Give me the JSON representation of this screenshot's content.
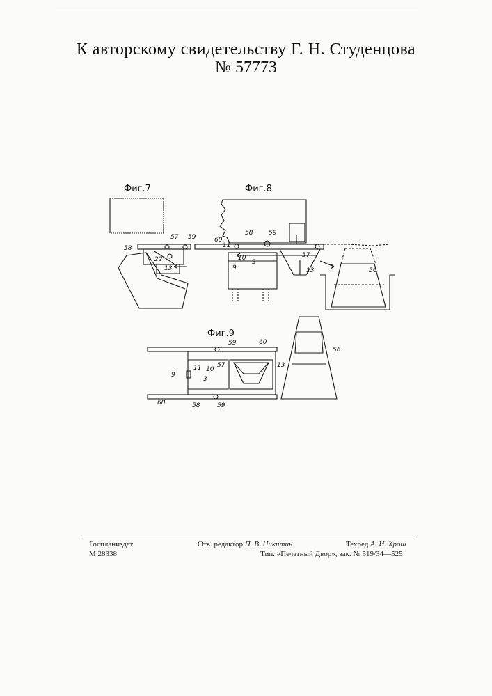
{
  "header": {
    "title": "К авторскому свидетельству Г. Н. Студенцова",
    "patent_number": "№ 57773"
  },
  "figures": {
    "fig7": {
      "label": "Фиг.7",
      "parts": [
        "58",
        "57",
        "59",
        "22",
        "13"
      ]
    },
    "fig8": {
      "label": "Фиг.8",
      "parts": [
        "58",
        "59",
        "60",
        "11",
        "10",
        "9",
        "3",
        "57",
        "13",
        "56"
      ]
    },
    "fig9": {
      "label": "Фиг.9",
      "parts": [
        "59",
        "60",
        "11",
        "10",
        "57",
        "9",
        "3",
        "13",
        "56",
        "60",
        "58",
        "59"
      ]
    }
  },
  "imprint": {
    "publisher": "Госпланиздат",
    "order_code": "М 28338",
    "editor_label": "Отв. редактор",
    "editor_name": "П. В. Никитин",
    "printer": "Тип. «Печатный Двор», зак. № 519/34—525",
    "tech_label": "Техред",
    "tech_name": "А. И. Хрош"
  }
}
